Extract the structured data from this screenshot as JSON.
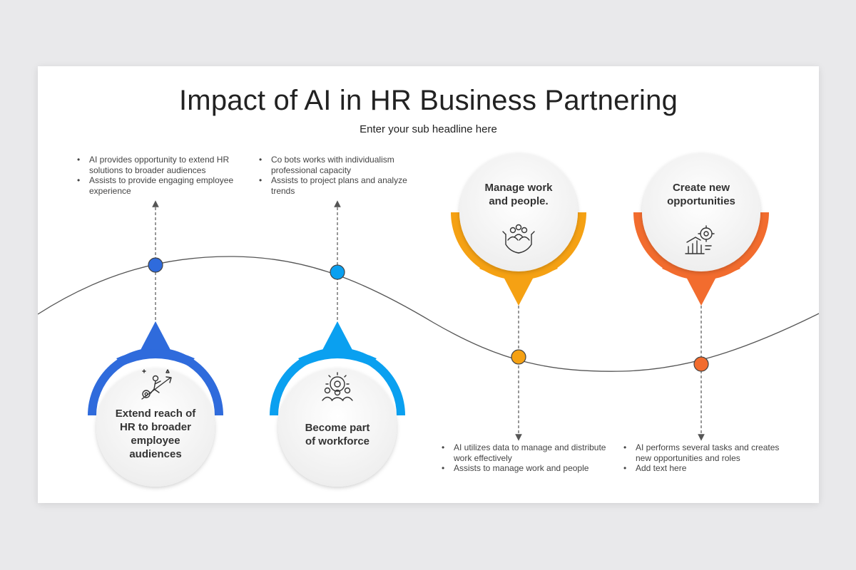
{
  "slide": {
    "title": "Impact of AI in HR Business Partnering",
    "subtitle": "Enter your sub headline here"
  },
  "colors": {
    "blue": "#2f6bdc",
    "light_blue": "#0aa0f0",
    "yellow": "#f5a113",
    "orange": "#f26c2e",
    "wave": "#555555"
  },
  "steps": [
    {
      "label": "Extend reach of HR to broader employee audiences",
      "label_lines": [
        "Extend reach of",
        "HR to broader",
        "employee",
        "audiences"
      ],
      "icon": "career-growth-icon",
      "bullets": [
        "AI provides opportunity to extend HR solutions to broader audiences",
        "Assists to provide engaging employee experience"
      ]
    },
    {
      "label": "Become part of workforce",
      "label_lines": [
        "Become part",
        "of workforce"
      ],
      "icon": "team-gear-icon",
      "bullets": [
        "Co bots works with individualism professional capacity",
        "Assists to project plans and analyze trends"
      ]
    },
    {
      "label": "Manage work and people.",
      "label_lines": [
        "Manage work",
        "and people."
      ],
      "icon": "people-in-hands-icon",
      "bullets": [
        "AI utilizes data to manage and distribute work effectively",
        "Assists to manage work and people"
      ]
    },
    {
      "label": "Create new opportunities",
      "label_lines": [
        "Create new",
        "opportunities"
      ],
      "icon": "growth-target-icon",
      "bullets": [
        "AI performs several tasks and creates new opportunities and roles",
        "Add text here"
      ]
    }
  ]
}
